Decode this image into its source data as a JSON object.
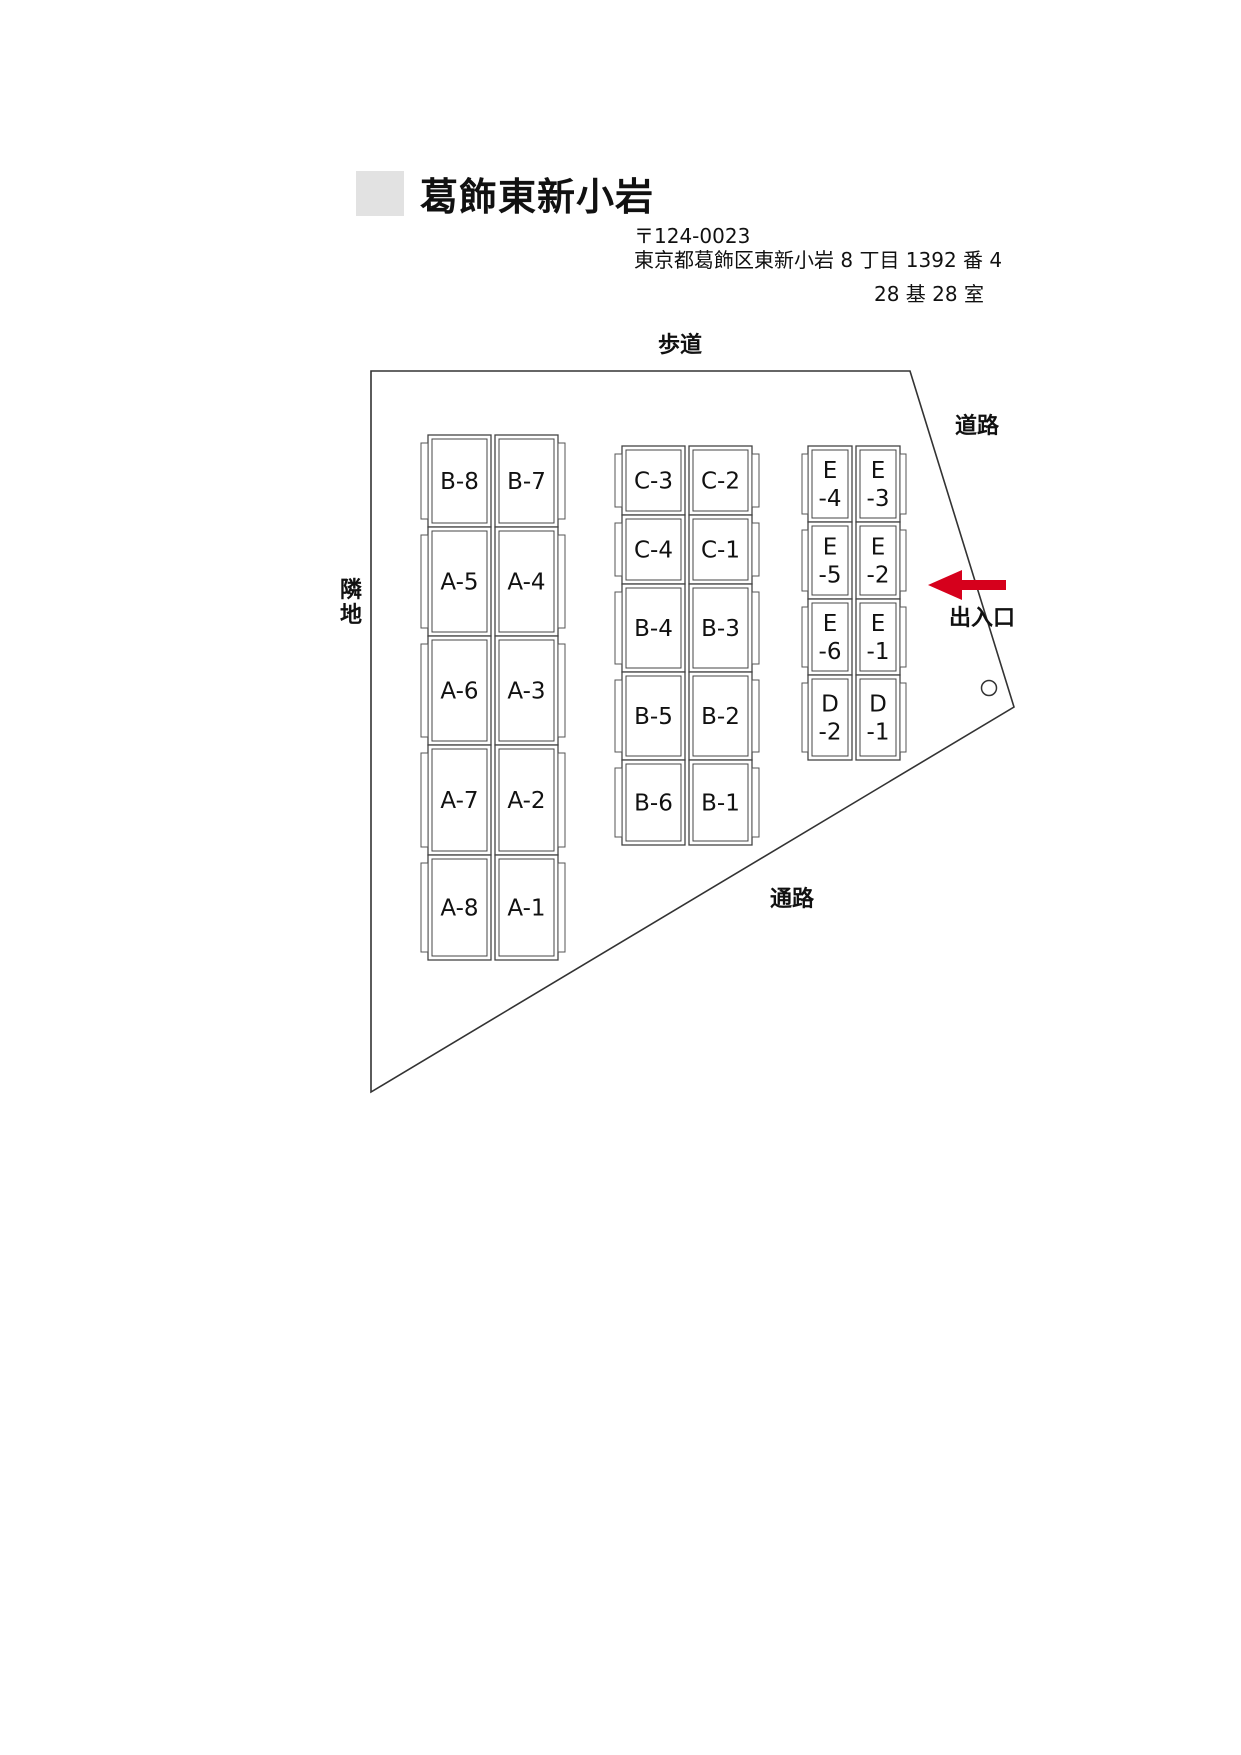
{
  "header": {
    "title": "葛飾東新小岩",
    "postal": "〒124-0023",
    "address": "東京都葛飾区東新小岩 8 丁目 1392 番 4",
    "count": "28 基 28 室"
  },
  "labels": {
    "sidewalk": "歩道",
    "road_right": "道路",
    "neighbor": [
      "隣",
      "地"
    ],
    "entrance": "出入口",
    "street_bottom": "通路"
  },
  "colors": {
    "arrow": "#d6001c",
    "header_mark": "#e2e2e2",
    "line": "#333333"
  },
  "plots": {
    "block1": [
      [
        "B-8",
        "B-7"
      ],
      [
        "A-5",
        "A-4"
      ],
      [
        "A-6",
        "A-3"
      ],
      [
        "A-7",
        "A-2"
      ],
      [
        "A-8",
        "A-1"
      ]
    ],
    "block2": [
      [
        "C-3",
        "C-2"
      ],
      [
        "C-4",
        "C-1"
      ],
      [
        "B-4",
        "B-3"
      ],
      [
        "B-5",
        "B-2"
      ],
      [
        "B-6",
        "B-1"
      ]
    ],
    "block3": [
      [
        [
          "E",
          "-4"
        ],
        [
          "E",
          "-3"
        ]
      ],
      [
        [
          "E",
          "-5"
        ],
        [
          "E",
          "-2"
        ]
      ],
      [
        [
          "E",
          "-6"
        ],
        [
          "E",
          "-1"
        ]
      ],
      [
        [
          "D",
          "-2"
        ],
        [
          "D",
          "-1"
        ]
      ]
    ]
  }
}
